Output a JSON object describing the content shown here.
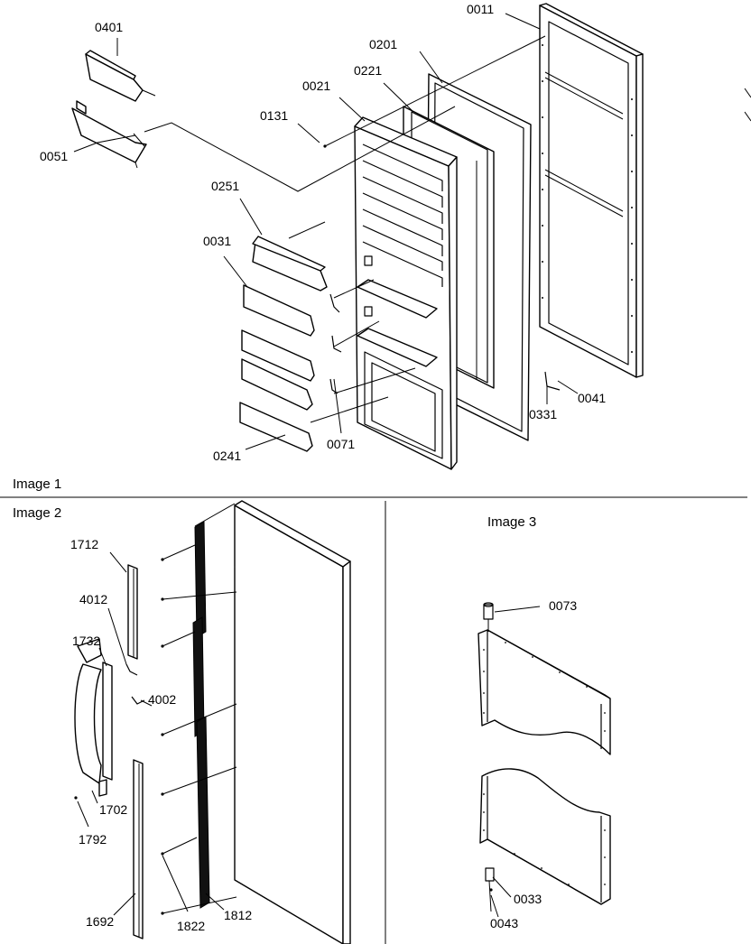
{
  "captions": {
    "image1": "Image 1",
    "image2": "Image 2",
    "image3": "Image 3"
  },
  "labels": {
    "p0011": "0011",
    "p0401": "0401",
    "p0201": "0201",
    "p0221": "0221",
    "p0021": "0021",
    "p0131": "0131",
    "p0051": "0051",
    "p0251": "0251",
    "p0031": "0031",
    "p0041": "0041",
    "p0331": "0331",
    "p0071": "0071",
    "p0241": "0241",
    "p1712": "1712",
    "p4012": "4012",
    "p1732": "1732",
    "p4002": "4002",
    "p1702": "1702",
    "p1792": "1792",
    "p1692": "1692",
    "p1822": "1822",
    "p1812": "1812",
    "p0073": "0073",
    "p0033": "0033",
    "p0043": "0043"
  }
}
